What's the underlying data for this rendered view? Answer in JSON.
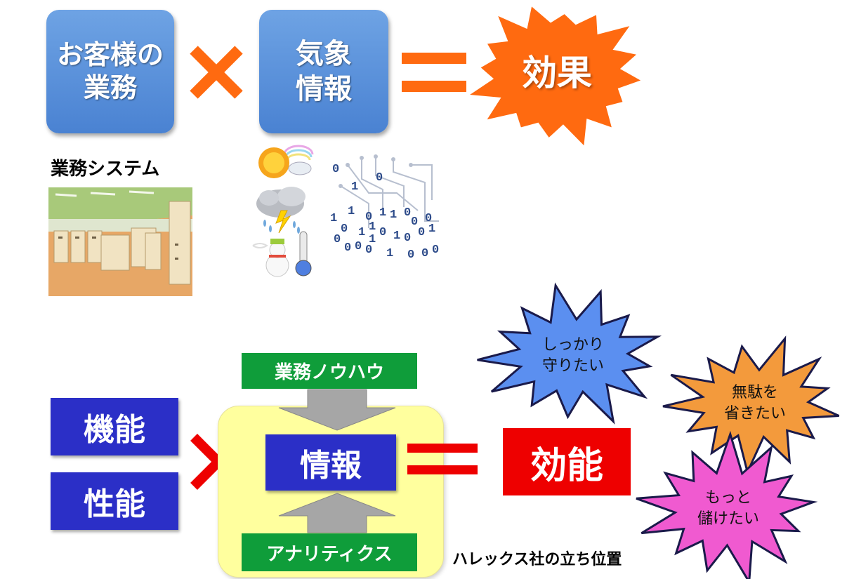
{
  "top": {
    "tile1": {
      "line1": "お客様の",
      "line2": "業務"
    },
    "tile2": {
      "line1": "気象",
      "line2": "情報"
    },
    "result": "効果",
    "caption": "業務システム",
    "digits": [
      "0",
      "1",
      "0",
      "1",
      "0",
      "1",
      "1",
      "0",
      "0",
      "0",
      "1",
      "0",
      "1",
      "1",
      "0",
      "1",
      "0",
      "0",
      "1",
      "0",
      "0",
      "0",
      "0",
      "1",
      "0",
      "0",
      "0",
      "1"
    ]
  },
  "bottom": {
    "func": "機能",
    "perf": "性能",
    "know_how": "業務ノウハウ",
    "info": "情報",
    "analytics": "アナリティクス",
    "effect": "効能",
    "position_note": "ハレックス社の立ち位置",
    "bursts": {
      "protect": {
        "line1": "しっかり",
        "line2": "守りたい"
      },
      "save": {
        "line1": "無駄を",
        "line2": "省きたい"
      },
      "profit": {
        "line1": "もっと",
        "line2": "儲けたい"
      }
    }
  },
  "colors": {
    "tile_blue": "#5a90dc",
    "orange": "#ff6a10",
    "navy": "#2b2fc7",
    "green": "#0f9d3a",
    "red": "#ee0000",
    "yellow_panel": "#ffff9e",
    "burst_blue": "#5b8ff0",
    "burst_orange": "#f39a3c",
    "burst_pink": "#f05ad0"
  }
}
